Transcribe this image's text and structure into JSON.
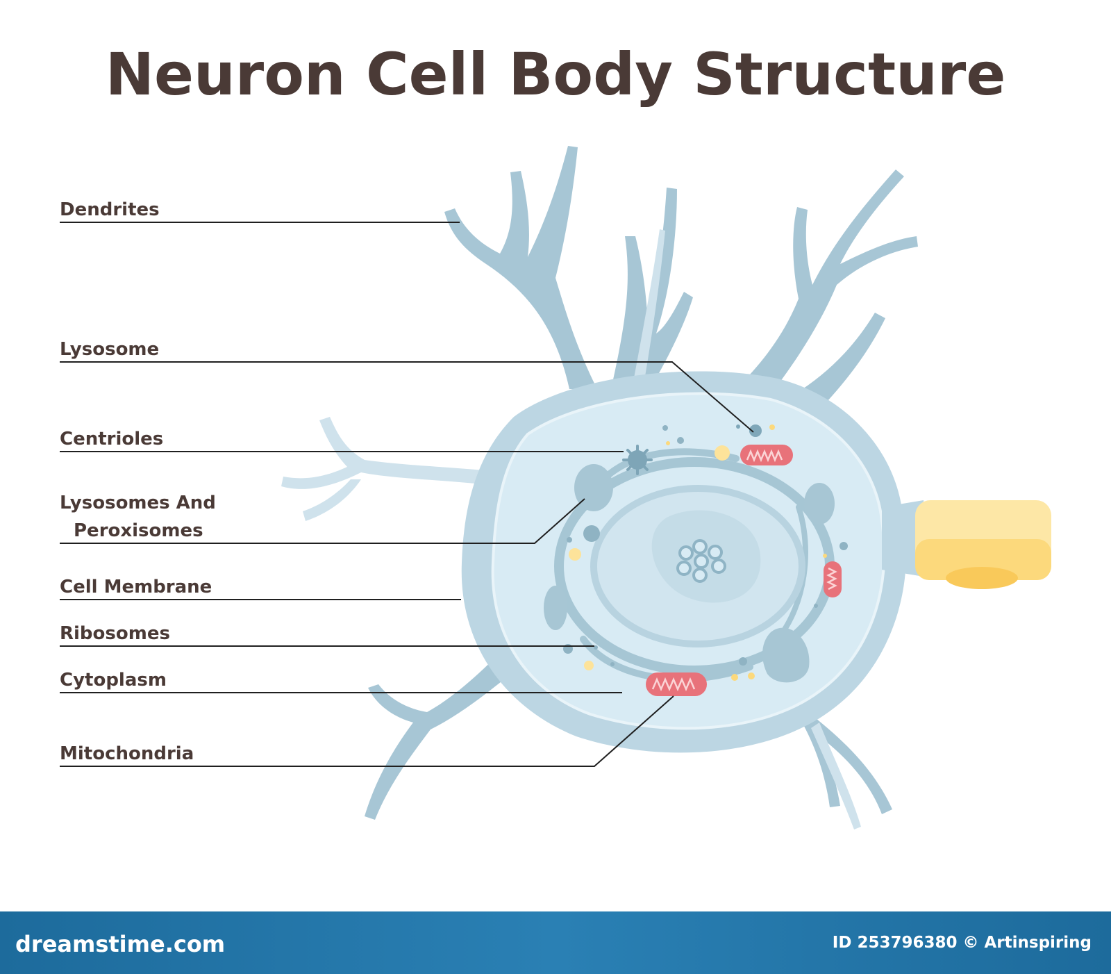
{
  "title": "Neuron Cell Body Structure",
  "labels": {
    "dendrites": "Dendrites",
    "lysosome": "Lysosome",
    "centrioles": "Centrioles",
    "lysosomes_peroxisomes_line1": "Lysosomes And",
    "lysosomes_peroxisomes_line2": "Peroxisomes",
    "cell_membrane": "Cell Membrane",
    "ribosomes": "Ribosomes",
    "cytoplasm": "Cytoplasm",
    "mitochondria": "Mitochondria"
  },
  "footer": {
    "logo": "dreamstime.com",
    "image_id": "ID 253796380 © Artinspiring"
  },
  "colors": {
    "dendrite_dark": "#9fc0d0",
    "dendrite_light": "#c6dde8",
    "cytoplasm": "#d6eaf3",
    "nucleus": "#c0dae6",
    "organelle": "#9dbfce",
    "mitochondria": "#e8727a",
    "axon_hillock": "#fde39a",
    "text": "#4a3a36",
    "footer": "#1d6b9c"
  }
}
